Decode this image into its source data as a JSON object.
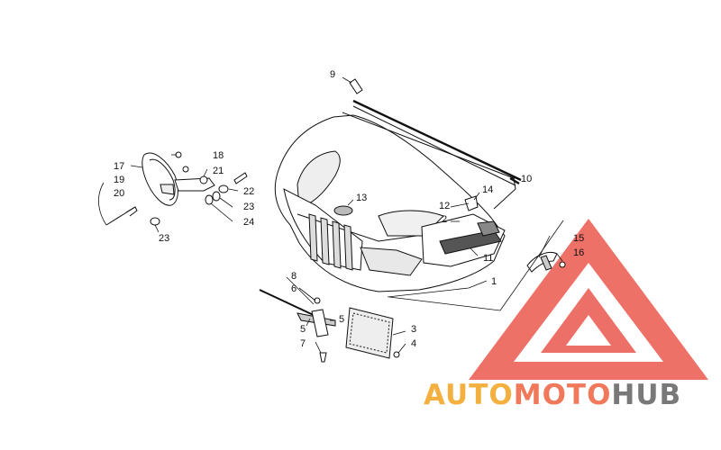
{
  "diagram": {
    "callouts": [
      {
        "id": "c1",
        "text": "1"
      },
      {
        "id": "c2",
        "text": "2"
      },
      {
        "id": "c3",
        "text": "3"
      },
      {
        "id": "c4",
        "text": "4"
      },
      {
        "id": "c5a",
        "text": "5"
      },
      {
        "id": "c5b",
        "text": "5"
      },
      {
        "id": "c6",
        "text": "6"
      },
      {
        "id": "c7",
        "text": "7"
      },
      {
        "id": "c8",
        "text": "8"
      },
      {
        "id": "c9",
        "text": "9"
      },
      {
        "id": "c10",
        "text": "10"
      },
      {
        "id": "c11",
        "text": "11"
      },
      {
        "id": "c12",
        "text": "12"
      },
      {
        "id": "c13",
        "text": "13"
      },
      {
        "id": "c14",
        "text": "14"
      },
      {
        "id": "c15",
        "text": "15"
      },
      {
        "id": "c16",
        "text": "16"
      },
      {
        "id": "c17",
        "text": "17"
      },
      {
        "id": "c18",
        "text": "18"
      },
      {
        "id": "c19",
        "text": "19"
      },
      {
        "id": "c20",
        "text": "20"
      },
      {
        "id": "c21",
        "text": "21"
      },
      {
        "id": "c22",
        "text": "22"
      },
      {
        "id": "c23a",
        "text": "23"
      },
      {
        "id": "c23b",
        "text": "23"
      },
      {
        "id": "c24",
        "text": "24"
      }
    ]
  },
  "watermark": {
    "part1": "AUTO",
    "part2": "MOTO",
    "part3": "HUB",
    "color_logo": "#e8453a",
    "color_auto": "#f3a82b",
    "color_moto": "#ef6a4a",
    "color_hub": "#6b6b6b"
  }
}
